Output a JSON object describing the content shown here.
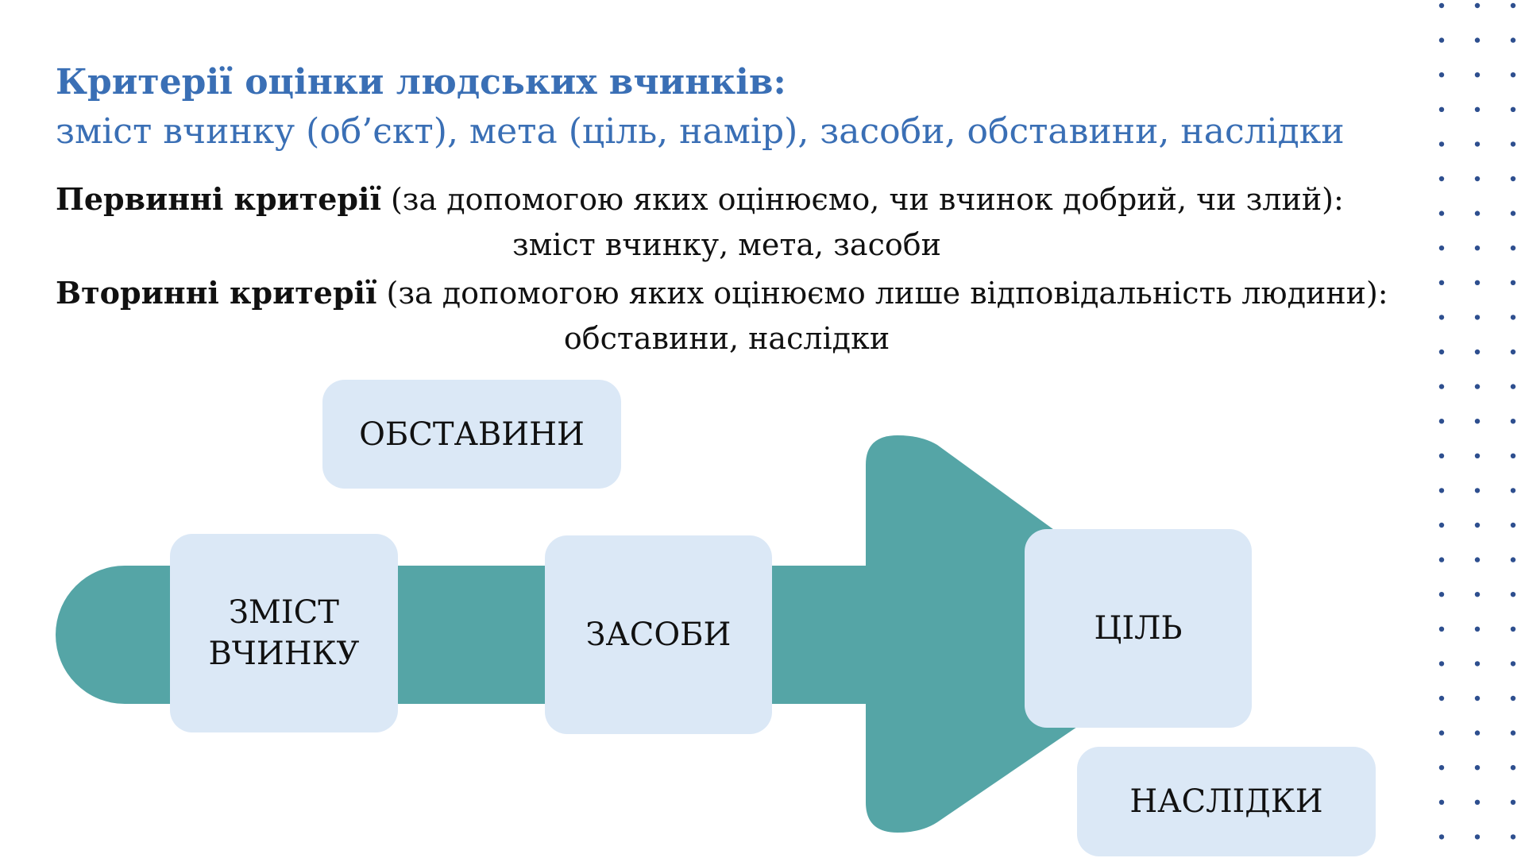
{
  "title": {
    "bold": "Критерії оцінки людських вчинків:",
    "sub": "зміст вчинку (об’єкт), мета (ціль, намір), засоби, обставини, наслідки"
  },
  "primary": {
    "label": "Первинні критерії",
    "desc": " (за допомогою яких оцінюємо, чи вчинок добрий, чи злий):",
    "items": "зміст вчинку, мета, засоби"
  },
  "secondary": {
    "label": "Вторинні критерії",
    "desc": " (за допомогою яких оцінюємо лише відповідальність людини):",
    "items": "обставини, наслідки"
  },
  "diagram": {
    "boxes": {
      "circumstances": "ОБСТАВИНИ",
      "content": "ЗМІСТ\nВЧИНКУ",
      "means": "ЗАСОБИ",
      "goal": "ЦІЛЬ",
      "consequences": "НАСЛІДКИ"
    }
  },
  "colors": {
    "title": "#3a6fb5",
    "arrow": "#55a5a6",
    "box": "#dbe8f6",
    "dots": "#2e4f8f",
    "text": "#111111"
  }
}
